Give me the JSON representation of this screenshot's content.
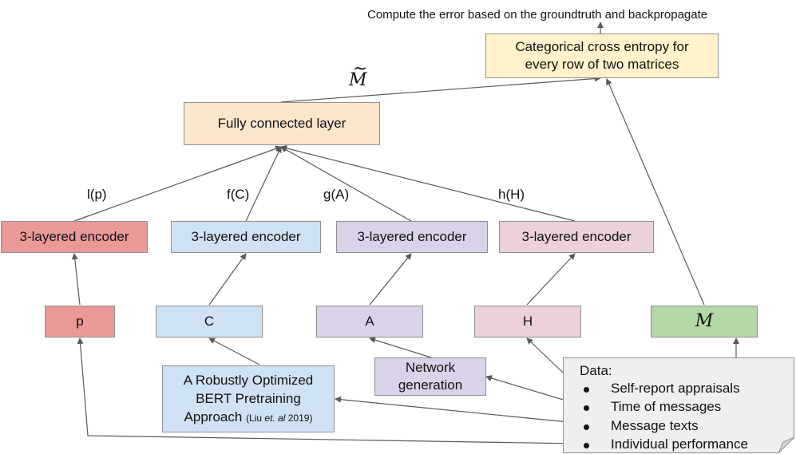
{
  "top_caption": "Compute the error based on the groundtruth and backpropagate",
  "loss_box": {
    "line1": "Categorical cross entropy for",
    "line2": "every row of two matrices"
  },
  "m_tilde_label": "M",
  "fc_box": "Fully connected layer",
  "function_labels": [
    "l(p)",
    "f(C)",
    "g(A)",
    "h(H)"
  ],
  "encoders": [
    "3-layered encoder",
    "3-layered encoder",
    "3-layered encoder",
    "3-layered encoder"
  ],
  "inputs": {
    "p": "p",
    "C": "C",
    "A": "A",
    "H": "H",
    "M": "M"
  },
  "roberta_box": {
    "line1": "A Robustly Optimized",
    "line2": "BERT Pretraining",
    "line3": "Approach",
    "citation_pre": "(Liu ",
    "citation_em": "et. al",
    "citation_post": " 2019)"
  },
  "network_box": {
    "line1": "Network",
    "line2": "generation"
  },
  "data_note": {
    "title": "Data:",
    "items": [
      "Self-report appraisals",
      "Time of messages",
      "Message texts",
      "Individual performance"
    ]
  },
  "colors": {
    "loss_fill": "#fff2cc",
    "fc_fill": "#fce5cd",
    "red_fill": "#ea9999",
    "blue_fill": "#cfe2f3",
    "purple_fill": "#d9d2e9",
    "pink_fill": "#ead1dc",
    "green_fill": "#b6d7a8",
    "note_fill": "#efefef",
    "arrow": "#595959"
  }
}
